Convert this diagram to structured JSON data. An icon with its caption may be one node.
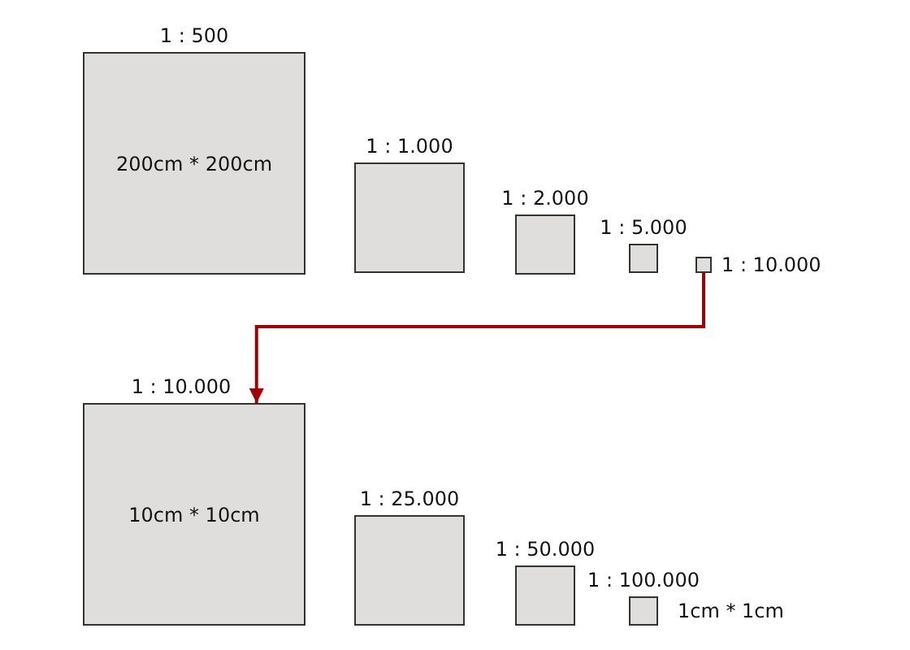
{
  "diagram": {
    "nodes": [
      {
        "text": [
          "1 : 500",
          "200cm * 200cm"
        ]
      },
      {
        "text": [
          "1 : 1.000"
        ]
      },
      {
        "text": [
          "1 : 2.000"
        ]
      },
      {
        "text": [
          "1 : 5.000"
        ]
      },
      {
        "text": [
          "1 : 10.000"
        ]
      },
      {
        "text": [
          "1 : 10.000",
          "10cm * 10cm"
        ]
      },
      {
        "text": [
          "1 : 25.000"
        ]
      },
      {
        "text": [
          "1 : 50.000"
        ]
      },
      {
        "text": [
          "1 : 100.000"
        ],
        "beside": [
          "1cm * 1cm"
        ]
      }
    ],
    "edges": [
      {
        "from": 4,
        "to": 5,
        "arrow": "to",
        "color": "#a00000"
      }
    ]
  }
}
